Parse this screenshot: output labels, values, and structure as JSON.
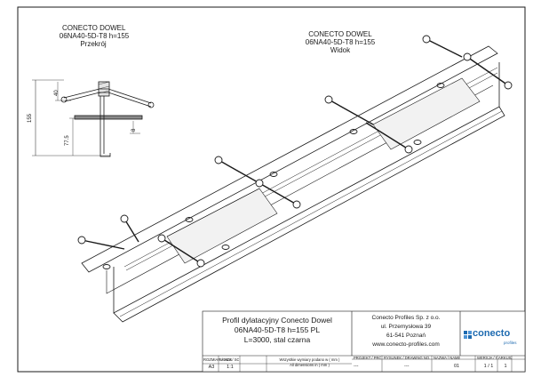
{
  "section_view": {
    "title_line1": "CONECTO DOWEL",
    "title_line2": "06NA40-5D-T8 h=155",
    "title_line3": "Przekrój",
    "dim_total": "155",
    "dim_top": "40",
    "dim_bottom": "77.5",
    "dim_right": "8"
  },
  "main_view": {
    "title_line1": "CONECTO DOWEL",
    "title_line2": "06NA40-5D-T8 h=155",
    "title_line3": "Widok"
  },
  "title_block": {
    "description_line1": "Profil dylatacyjny Conecto Dowel",
    "description_line2": "06NA40-5D-T8 h=155 PL",
    "description_line3": "L=3000, stal czarna",
    "company_line1": "Conecto Profiles Sp. z o.o.",
    "company_line2": "ul. Przemysłowa 39",
    "company_line3": "61-541 Poznań",
    "company_line4": "www.conecto-profiles.com",
    "logo_text": "conecto",
    "logo_sub": "profiles",
    "format_label": "ROZMIAR / SIZE",
    "format_value": "A3",
    "scale_label": "SKALA / SCALE",
    "scale_value": "1:1",
    "units_note_line1": "Wszystkie wymiary podano w ( mm )",
    "units_note_line2": "All dimensions in ( mm )",
    "project_header": "PROJEKT / PROJECT",
    "drawing_header": "RYSUNEK / DRAWING NO.",
    "name_header": "NAZWA / NAME",
    "revision_header": "WERSJA / REV",
    "sheet_header": "ARKUSZ / SHEET",
    "project_value": "---",
    "drawing_value": "---",
    "revision_value": "01",
    "sheet_value": "1 / 1",
    "sheet_index": "1"
  }
}
